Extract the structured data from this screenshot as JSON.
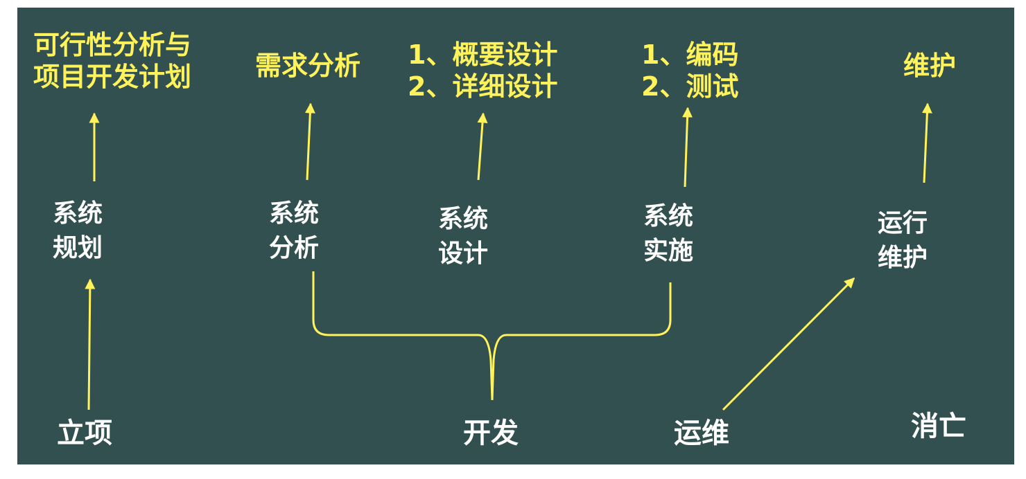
{
  "targets": {
    "planning": [
      "可行性分析与",
      "项目开发计划"
    ],
    "analysis": [
      "需求分析"
    ],
    "design": [
      "1、概要设计",
      "2、详细设计"
    ],
    "implementation": [
      "1、编码",
      "2、测试"
    ],
    "maintenance": [
      "维护"
    ]
  },
  "stages": {
    "planning": [
      "系统",
      "规划"
    ],
    "analysis": [
      "系统",
      "分析"
    ],
    "design": [
      "系统",
      "设计"
    ],
    "implementation": [
      "系统",
      "实施"
    ],
    "operation": [
      "运行",
      "维护"
    ]
  },
  "phases": {
    "initiation": "立项",
    "development": "开发",
    "operation": "运维",
    "retirement": "消亡"
  },
  "colors": {
    "background": "#31504f",
    "highlight": "#fff25a",
    "text": "#ffffff"
  }
}
